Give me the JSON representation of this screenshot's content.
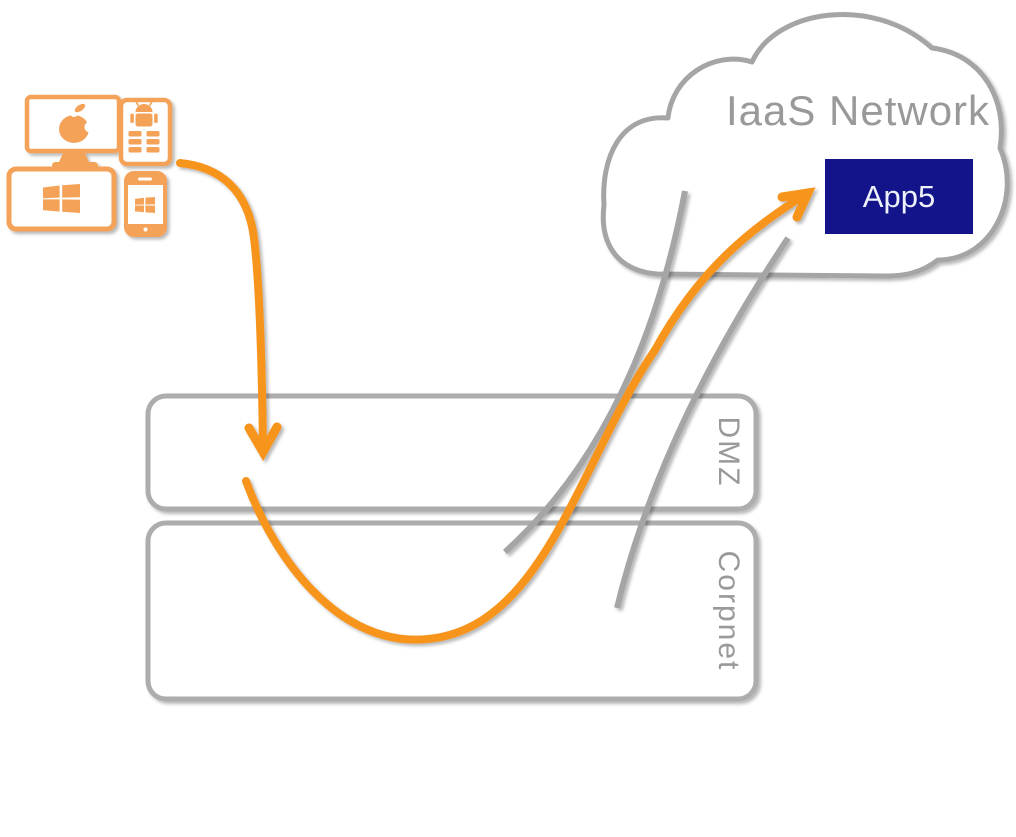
{
  "diagram": {
    "cloud": {
      "label": "IaaS Network",
      "app": {
        "label": "App5"
      }
    },
    "zones": [
      {
        "label": "DMZ"
      },
      {
        "label": "Corpnet"
      }
    ],
    "devices": [
      {
        "name": "mac-desktop",
        "icon": "apple-logo"
      },
      {
        "name": "android-tablet",
        "icon": "android-robot"
      },
      {
        "name": "windows-tablet",
        "icon": "windows-logo"
      },
      {
        "name": "windows-phone",
        "icon": "windows-logo"
      }
    ],
    "flows": [
      {
        "name": "clients-to-dmz",
        "style": "orange-arrow"
      },
      {
        "name": "dmz-via-corpnet-to-app5",
        "style": "orange-arrow"
      },
      {
        "name": "bypass-path-1",
        "style": "gray-line"
      },
      {
        "name": "bypass-path-2",
        "style": "gray-line"
      }
    ],
    "colors": {
      "accent_orange": "#F7941D",
      "icon_orange": "#F4A259",
      "line_gray": "#A5A5A5",
      "border_gray": "#ADADAD",
      "text_gray": "#999999",
      "app_navy": "#13138A",
      "app_text": "#EDF1F9"
    }
  }
}
